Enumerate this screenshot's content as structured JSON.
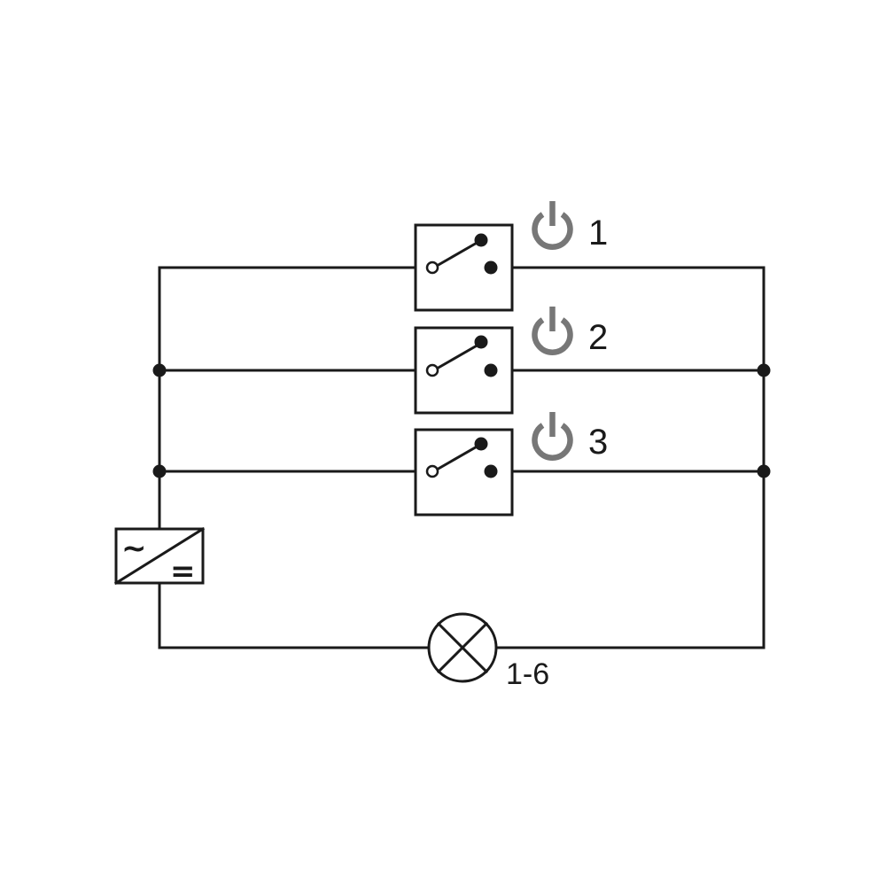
{
  "diagram": {
    "switches": [
      {
        "label": "1",
        "icon": "power-icon"
      },
      {
        "label": "2",
        "icon": "power-icon"
      },
      {
        "label": "3",
        "icon": "power-icon"
      }
    ],
    "converter": {
      "ac_symbol": "~",
      "dc_symbol": "="
    },
    "lamp": {
      "label": "1-6",
      "icon": "lamp-icon"
    },
    "colors": {
      "line": "#1a1a1a",
      "power_icon": "#777777"
    }
  }
}
